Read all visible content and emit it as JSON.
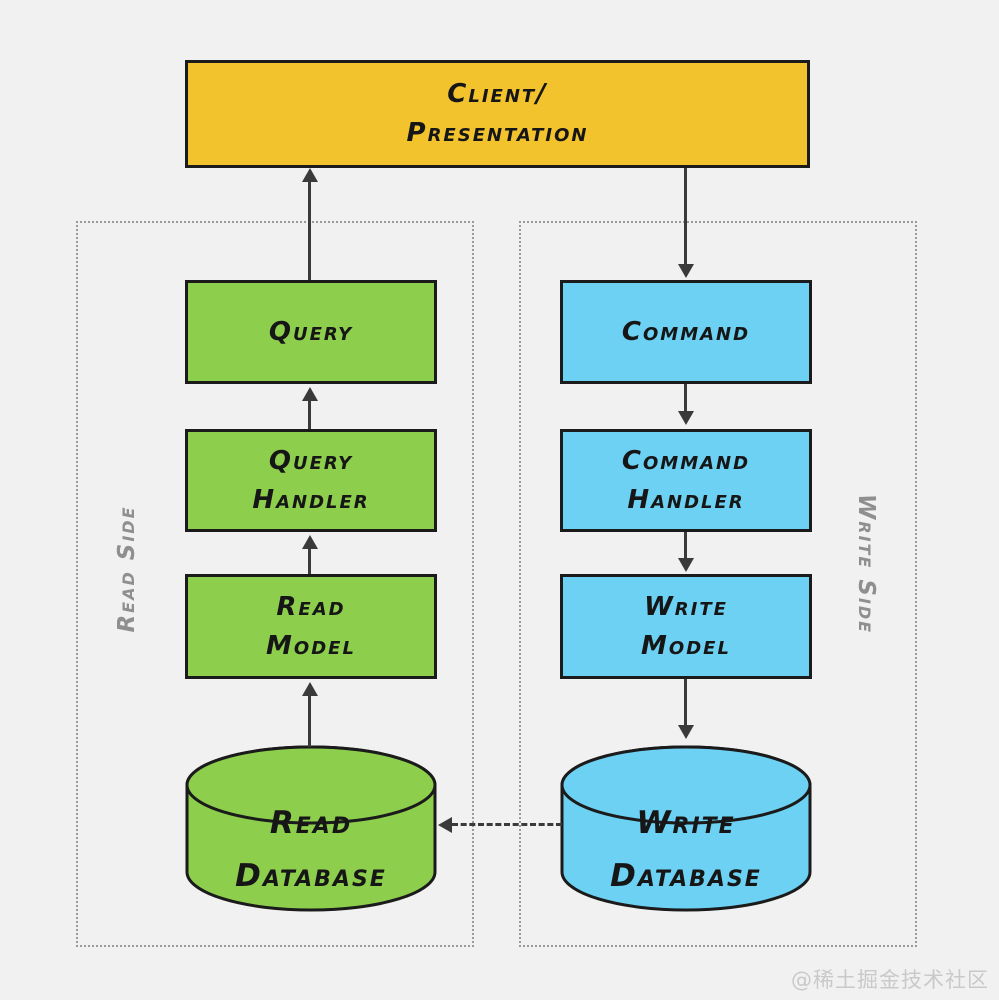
{
  "diagram": {
    "client": {
      "line1": "Client/",
      "line2": "Presentation"
    },
    "read_side": {
      "label": "Read Side",
      "query": {
        "line1": "Query"
      },
      "query_handler": {
        "line1": "Query",
        "line2": "Handler"
      },
      "read_model": {
        "line1": "Read",
        "line2": "Model"
      },
      "read_database": {
        "line1": "Read",
        "line2": "Database"
      }
    },
    "write_side": {
      "label": "Write Side",
      "command": {
        "line1": "Command"
      },
      "command_handler": {
        "line1": "Command",
        "line2": "Handler"
      },
      "write_model": {
        "line1": "Write",
        "line2": "Model"
      },
      "write_database": {
        "line1": "Write",
        "line2": "Database"
      }
    },
    "colors": {
      "client_fill": "#f2c32d",
      "read_fill": "#8dce4d",
      "write_fill": "#6dd1f3",
      "node_border": "#1b1b1b",
      "arrow": "#3a3a3a",
      "frame_border": "#9a9a9a",
      "side_label": "#8f8f8f",
      "background": "#f1f1f2",
      "watermark": "#c9c9c9"
    },
    "watermark": "@稀土掘金技术社区"
  }
}
